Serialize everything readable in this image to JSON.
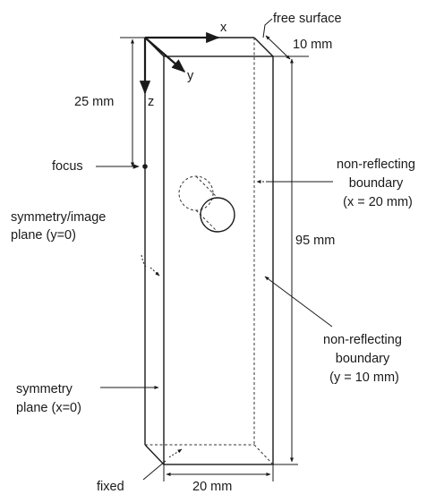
{
  "labels": {
    "axis_x": "x",
    "axis_y": "y",
    "axis_z": "z",
    "free_surface": "free surface",
    "dim_depth": "10 mm",
    "dim_focus_depth": "25 mm",
    "focus": "focus",
    "symmetry_image_plane": [
      "symmetry/image",
      "plane (y=0)"
    ],
    "non_reflecting_x": [
      "non-reflecting",
      "boundary",
      "(x = 20 mm)"
    ],
    "dim_height": "95 mm",
    "non_reflecting_y": [
      "non-reflecting",
      "boundary",
      "(y = 10 mm)"
    ],
    "symmetry_plane": [
      "symmetry",
      "plane (x=0)"
    ],
    "fixed": "fixed",
    "dim_width": "20 mm"
  }
}
